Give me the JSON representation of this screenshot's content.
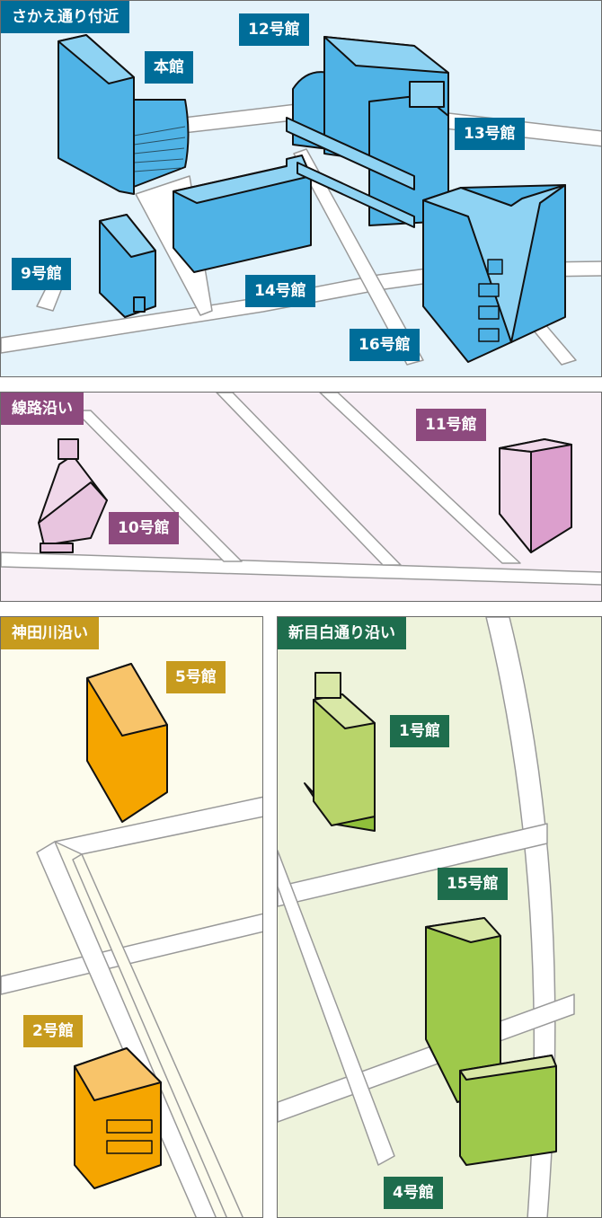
{
  "areas": {
    "sakae": {
      "title": "さかえ通り付近",
      "color": "#006d99",
      "buildings": {
        "honkan": "本館",
        "b12": "12号館",
        "b13": "13号館",
        "b9": "9号館",
        "b14": "14号館",
        "b16": "16号館"
      }
    },
    "senro": {
      "title": "線路沿い",
      "color": "#8d4a7e",
      "buildings": {
        "b11": "11号館",
        "b10": "10号館"
      }
    },
    "kanda": {
      "title": "神田川沿い",
      "color": "#c79b1e",
      "buildings": {
        "b5": "5号館",
        "b2": "2号館"
      }
    },
    "shinmejiro": {
      "title": "新目白通り沿い",
      "color": "#1e6d4d",
      "buildings": {
        "b1": "1号館",
        "b15": "15号館",
        "b4": "4号館"
      }
    }
  }
}
